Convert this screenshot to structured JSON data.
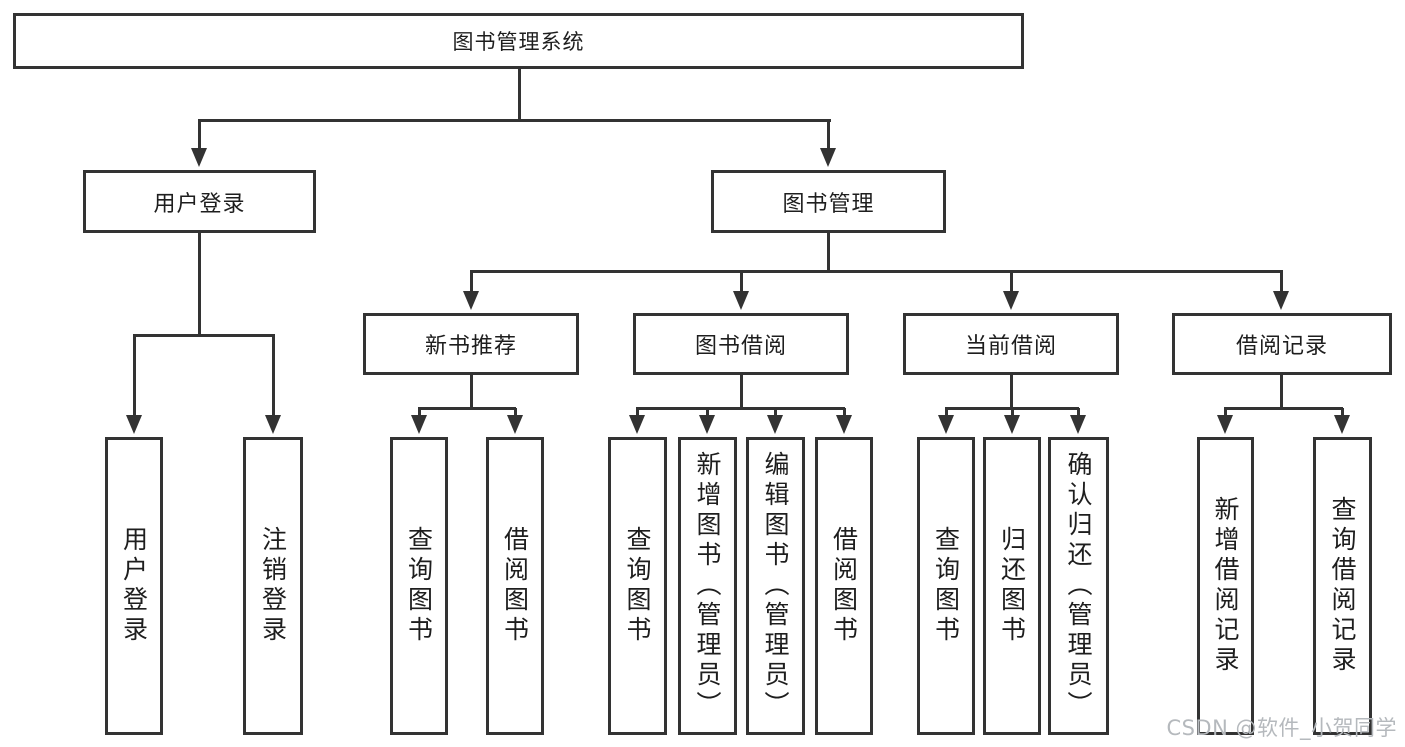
{
  "root": {
    "label": "图书管理系统"
  },
  "branches": [
    {
      "label": "用户登录",
      "children": [
        "用户登录",
        "注销登录"
      ]
    },
    {
      "label": "图书管理",
      "sections": [
        {
          "label": "新书推荐",
          "children": [
            "查询图书",
            "借阅图书"
          ]
        },
        {
          "label": "图书借阅",
          "children": [
            "查询图书",
            "新增图书（管理员）",
            "编辑图书（管理员）",
            "借阅图书"
          ]
        },
        {
          "label": "当前借阅",
          "children": [
            "查询图书",
            "归还图书",
            "确认归还（管理员）"
          ]
        },
        {
          "label": "借阅记录",
          "children": [
            "新增借阅记录",
            "查询借阅记录"
          ]
        }
      ]
    }
  ],
  "watermark": {
    "text": "CSDN @软件_小贺同学"
  },
  "colors": {
    "line": "#333333",
    "box_border": "#333333",
    "text": "#1e1e1e",
    "watermark_text": "#b5b9bd",
    "background": "#ffffff"
  }
}
